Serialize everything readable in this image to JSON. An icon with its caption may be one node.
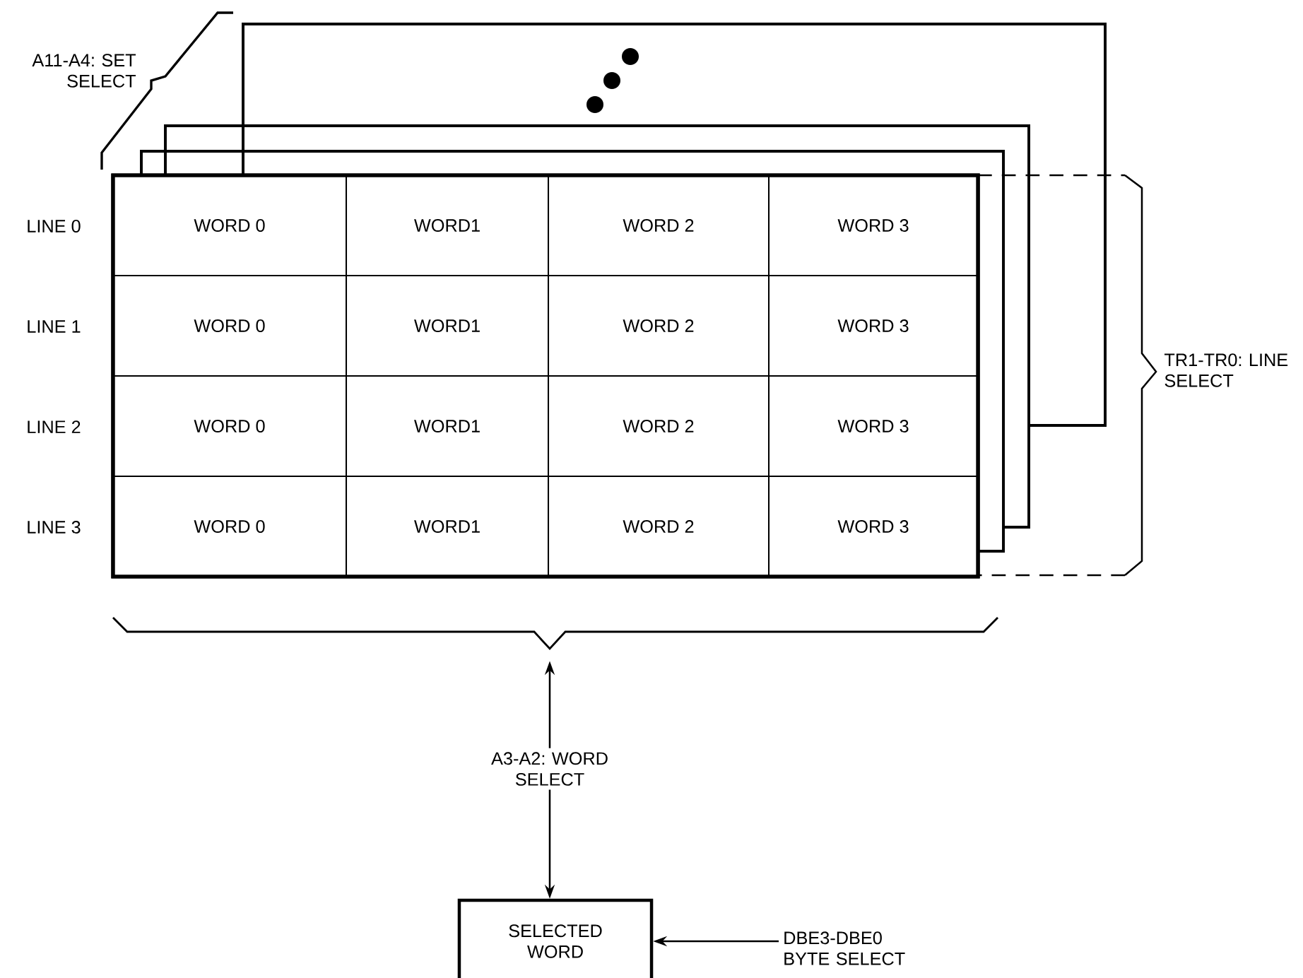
{
  "diagram": {
    "nodes": [
      {
        "text": [],
        "shape": "box"
      },
      {
        "text": [
          "WORD 0"
        ],
        "in": 0
      },
      {
        "text": [
          "WORD1"
        ],
        "in": 0
      },
      {
        "text": [
          "WORD 2"
        ],
        "in": 0
      },
      {
        "text": [
          "WORD 3"
        ],
        "in": 0
      },
      {
        "text": [
          "WORD 0"
        ],
        "in": 0
      },
      {
        "text": [
          "WORD1"
        ],
        "in": 0
      },
      {
        "text": [
          "WORD 2"
        ],
        "in": 0
      },
      {
        "text": [
          "WORD 3"
        ],
        "in": 0
      },
      {
        "text": [
          "WORD 0"
        ],
        "in": 0
      },
      {
        "text": [
          "WORD1"
        ],
        "in": 0
      },
      {
        "text": [
          "WORD 2"
        ],
        "in": 0
      },
      {
        "text": [
          "WORD 3"
        ],
        "in": 0
      },
      {
        "text": [
          "WORD 0"
        ],
        "in": 0
      },
      {
        "text": [
          "WORD1"
        ],
        "in": 0
      },
      {
        "text": [
          "WORD 2"
        ],
        "in": 0
      },
      {
        "text": [
          "WORD 3"
        ],
        "in": 0
      },
      {
        "text": [],
        "shape": "brace"
      },
      {
        "text": [
          "SELECTED WORD"
        ]
      },
      {
        "text": [
          "DBE3-DBE0 BYTE SELECT"
        ]
      }
    ],
    "edges": [
      {
        "from": 17,
        "to": 18,
        "arrow": "both",
        "label": "A3-A2: WORD SELECT"
      },
      {
        "from": 19,
        "to": 18,
        "arrow": "to"
      }
    ],
    "labels": [
      "A11-A4: SET SELECT",
      "LINE 0",
      "LINE 1",
      "TR1-TR0: LINE SELECT",
      "LINE 2",
      "LINE 3"
    ]
  }
}
